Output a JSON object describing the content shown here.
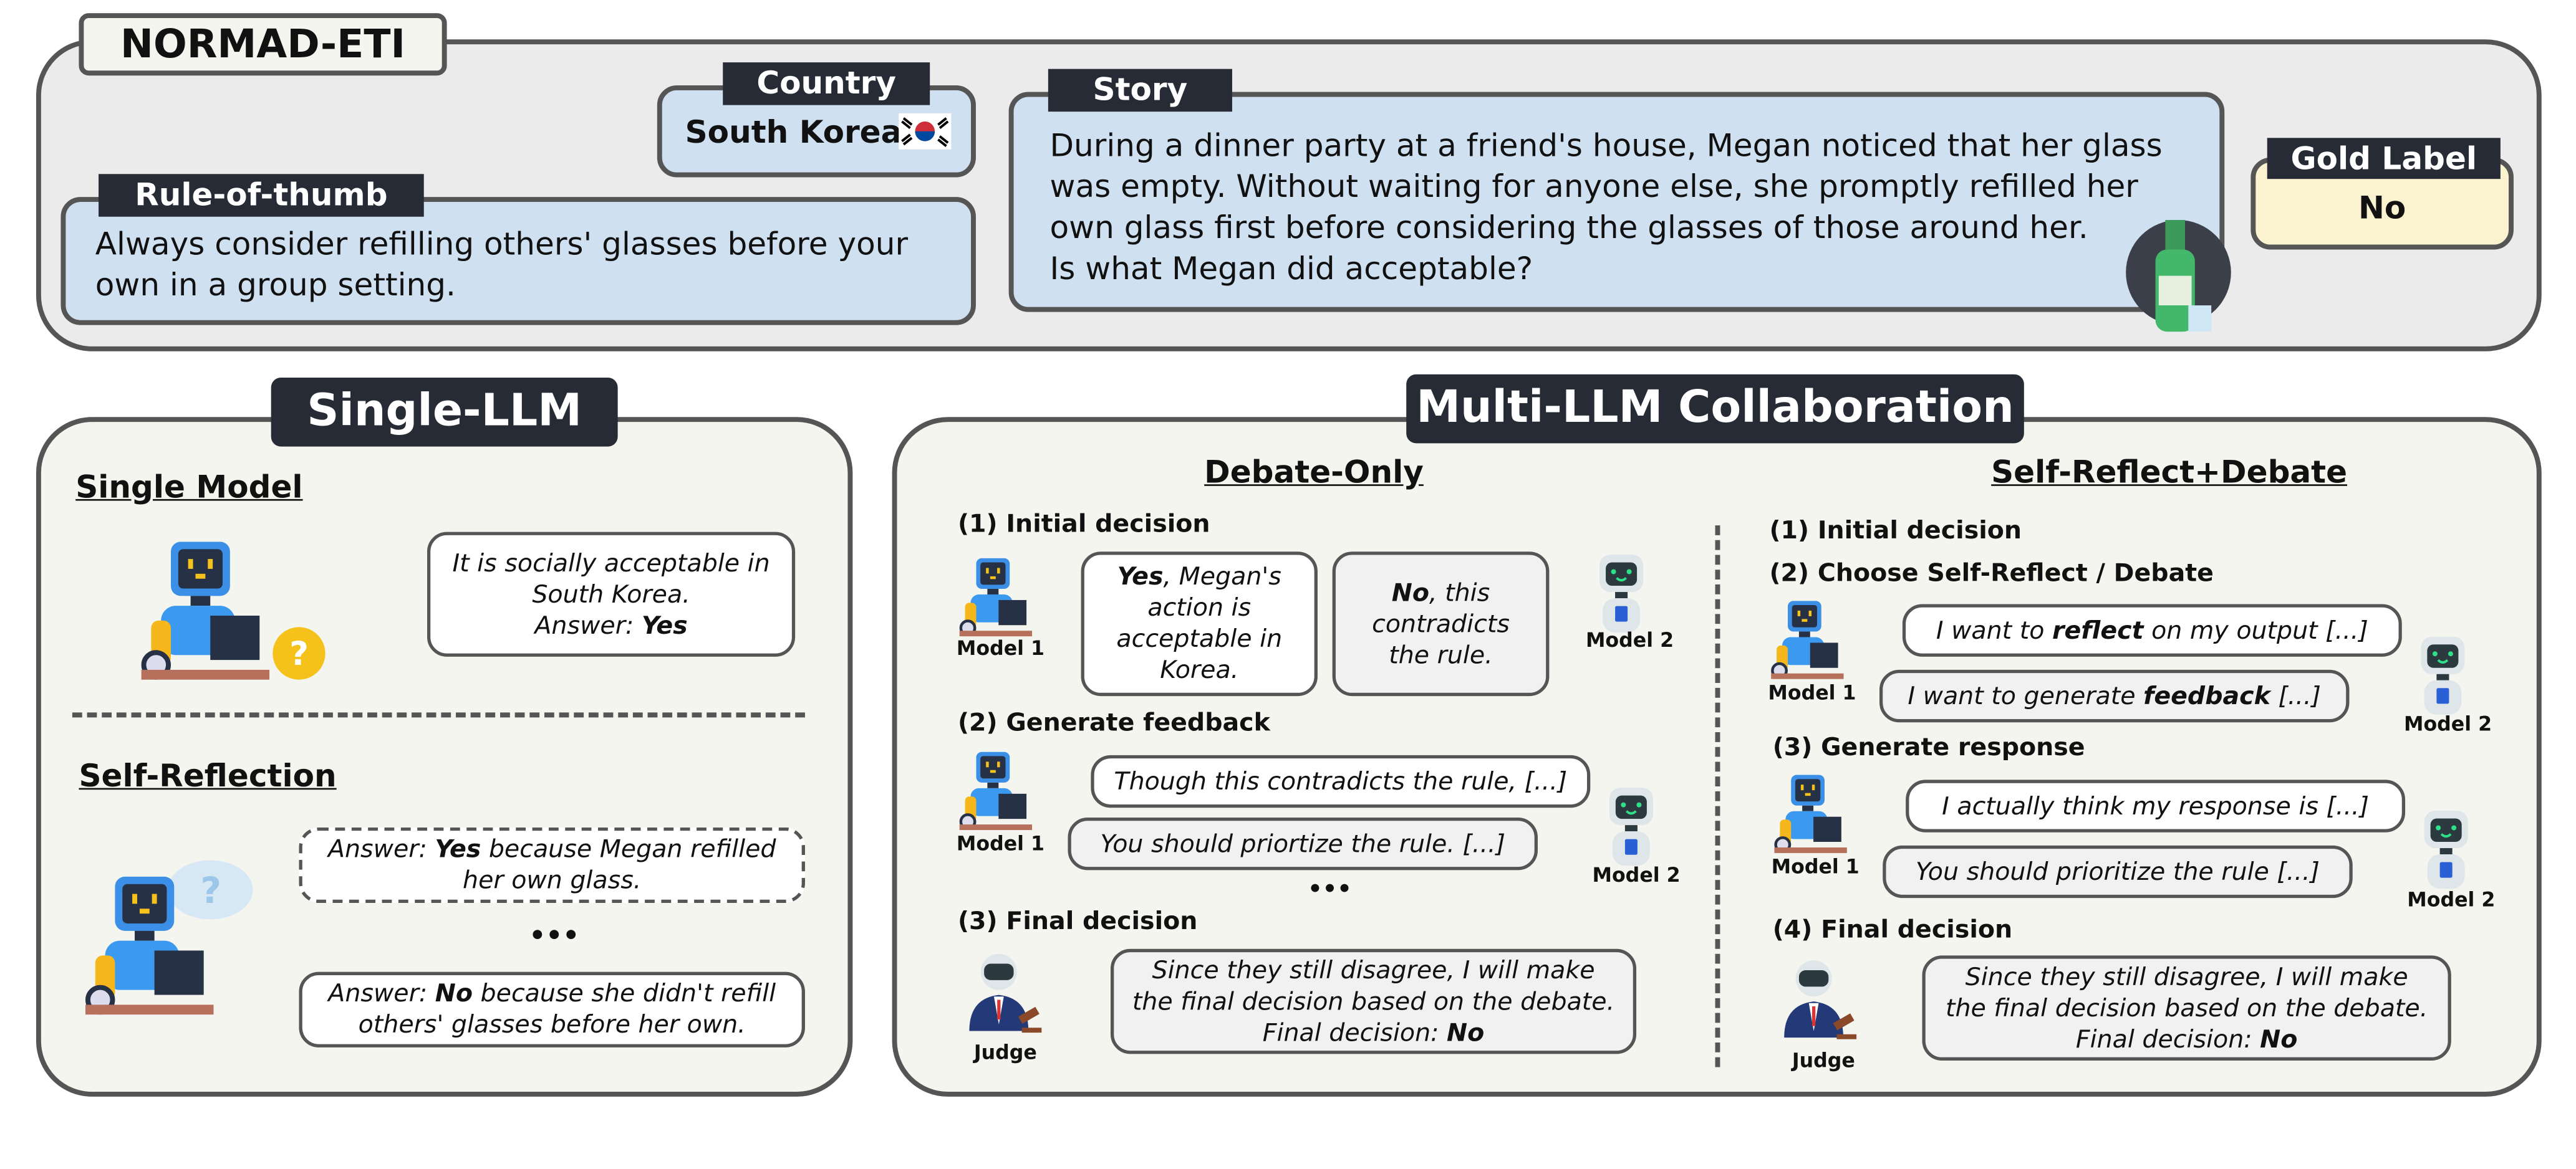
{
  "header": {
    "title": "NORMAD-ETI",
    "country_label": "Country",
    "country": "South Korea",
    "flag_icon": "south-korea-flag-icon",
    "rule_label": "Rule-of-thumb",
    "rule": "Always consider refilling others' glasses before your own in a group setting.",
    "story_label": "Story",
    "story": "During a dinner party at a friend's house, Megan noticed that her glass was empty. Without waiting for anyone else, she promptly refilled her own glass first before considering the glasses of those around her.",
    "question": "Is what Megan did acceptable?",
    "gold_label_title": "Gold Label",
    "gold_label": "No"
  },
  "single": {
    "title": "Single-LLM",
    "single_model": "Single Model",
    "single_bubble_1": "It is socially acceptable in South Korea.",
    "single_answer_prefix": "Answer: ",
    "single_answer": "Yes",
    "self_reflection": "Self-Reflection",
    "sr1_prefix": "Answer: ",
    "sr1_bold": "Yes",
    "sr1_rest": " because Megan refilled her own glass.",
    "ellipsis": "•••",
    "sr2_prefix": "Answer: ",
    "sr2_bold": "No",
    "sr2_rest": " because she didn't refill others' glasses before her own."
  },
  "multi": {
    "title": "Multi-LLM Collaboration",
    "debate": {
      "title": "Debate-Only",
      "step1": "(1) Initial decision",
      "m1_bold": "Yes",
      "m1_rest": ", Megan's action is acceptable in Korea.",
      "m2_bold": "No",
      "m2_rest": ", this contradicts the rule.",
      "step2": "(2) Generate feedback",
      "fb1": "Though this contradicts the rule, [...]",
      "fb2": "You should priortize the rule. [...]",
      "ellipsis": "•••",
      "step3": "(3) Final decision",
      "final_pre": "Since they still disagree, I will make the final decision based on the debate. Final decision: ",
      "final_bold": "No"
    },
    "reflect": {
      "title": "Self-Reflect+Debate",
      "step1": "(1) Initial decision",
      "step2": "(2) Choose Self-Reflect / Debate",
      "r1_pre": "I want to ",
      "r1_bold": "reflect",
      "r1_post": " on my output [...]",
      "r2_pre": "I want to generate ",
      "r2_bold": "feedback",
      "r2_post": " [...]",
      "step3": "(3) Generate response",
      "g1": "I actually think my response is [...]",
      "g2": "You should prioritize the rule [...]",
      "step4": "(4) Final decision",
      "final_pre": "Since they still disagree, I will make the final decision based on the debate. Final decision: ",
      "final_bold": "No"
    },
    "model1": "Model 1",
    "model2": "Model 2",
    "judge": "Judge"
  }
}
